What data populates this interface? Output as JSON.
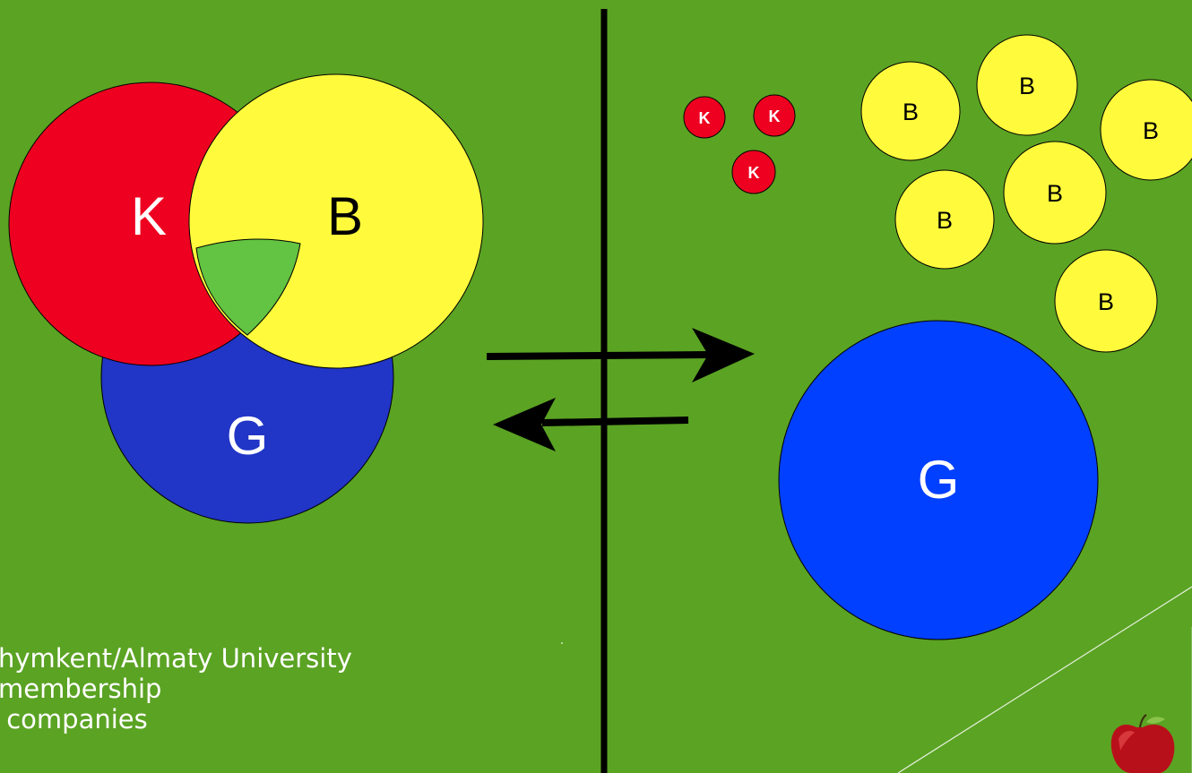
{
  "venn": {
    "k_label": "K",
    "b_label": "B",
    "g_label": "G",
    "colors": {
      "k": "#ee0020",
      "b": "#fffb3c",
      "g": "#2135c6",
      "overlap": "#62c442"
    }
  },
  "groups": {
    "k_small": [
      "K",
      "K",
      "K"
    ],
    "b_small": [
      "B",
      "B",
      "B",
      "B",
      "B",
      "B"
    ],
    "g_large": "G",
    "colors": {
      "k": "#ee0020",
      "b": "#fffb3c",
      "g": "#0140ff"
    }
  },
  "caption": {
    "lines": [
      "hymkent/Almaty University",
      "membership",
      " companies"
    ]
  },
  "background": "#5ba323"
}
